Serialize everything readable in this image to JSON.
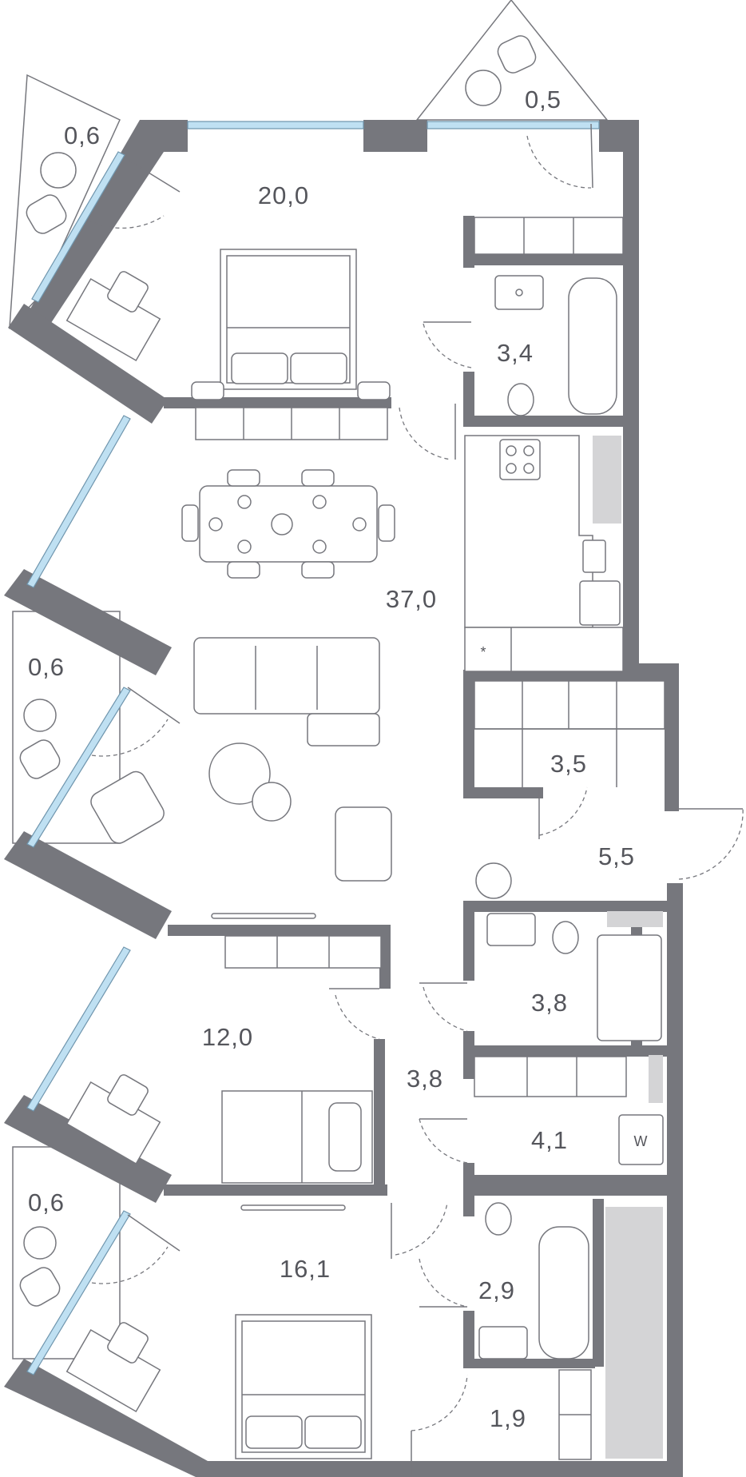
{
  "rooms": {
    "balcony_top_left": "0,6",
    "bay_top_right": "0,5",
    "bedroom_top": "20,0",
    "bathroom_top": "3,4",
    "living_kitchen": "37,0",
    "balcony_mid_left": "0,6",
    "storage": "3,5",
    "hallway": "5,5",
    "bathroom_mid": "3,8",
    "bedroom_mid": "12,0",
    "corridor": "3,8",
    "laundry": "4,1",
    "balcony_bottom_left": "0,6",
    "bedroom_bottom": "16,1",
    "bathroom_bottom": "2,9",
    "wardrobe_bottom": "1,9"
  },
  "symbols": {
    "fridge_mark": "*",
    "washer_mark": "W"
  },
  "colors": {
    "wall": "#76777d",
    "window_glass": "#bfe0f2",
    "shaft": "#d4d4d6",
    "label": "#55565c"
  }
}
